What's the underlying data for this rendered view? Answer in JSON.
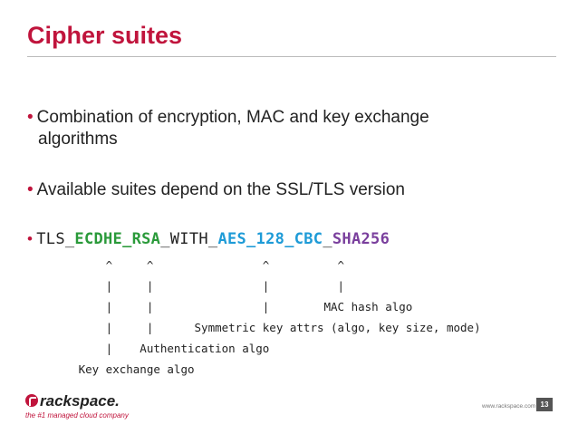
{
  "slide": {
    "title": "Cipher suites",
    "bullets": [
      {
        "line1": "Combination of encryption, MAC and key exchange",
        "line2": "algorithms"
      },
      {
        "text": "Available suites depend on the SSL/TLS version"
      }
    ],
    "suite": {
      "prefix": "TLS_",
      "kex": "ECDHE_RSA",
      "with": "_WITH_",
      "cipher": "AES_128_CBC",
      "sep": "_",
      "mac": "SHA256",
      "colors": {
        "kex": "#2a9a3a",
        "cipher": "#1e9bd7",
        "mac": "#7a3f9d"
      }
    },
    "diagram_lines": [
      "       ^     ^                ^          ^",
      "       |     |                |          |",
      "       |     |                |        MAC hash algo",
      "       |     |      Symmetric key attrs (algo, key size, mode)",
      "       |    Authentication algo",
      "   Key exchange algo"
    ],
    "bullet_glyph": "•",
    "accent_color": "#c0143c"
  },
  "footer": {
    "logo_word": "rackspace.",
    "tagline": "the #1 managed cloud company",
    "url": "www.rackspace.com",
    "page_number": "13"
  }
}
